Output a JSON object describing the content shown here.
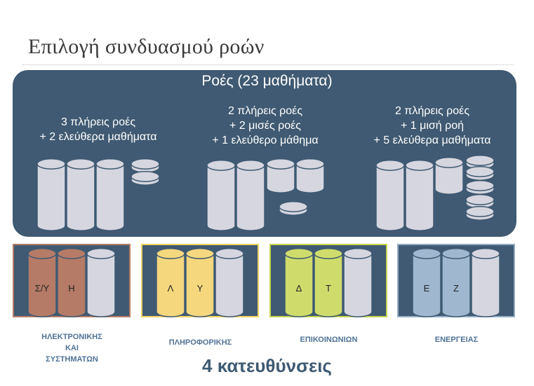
{
  "title": "Επιλογή συνδυασμού ροών",
  "panel": {
    "title": "Ροές (23 μαθήματα)",
    "options": [
      {
        "text": "3 πλήρεις ροές\n+ 2 ελεύθερα μαθήματα",
        "full": 3,
        "half": 0,
        "free": 2
      },
      {
        "text": "2 πλήρεις ροές\n+ 2 μισές ροές\n+ 1 ελεύθερο μάθημα",
        "full": 2,
        "half": 2,
        "free": 1
      },
      {
        "text": "2 πλήρεις ροές\n+ 1 μισή ροή\n+ 5 ελεύθερα μαθήματα",
        "full": 2,
        "half": 1,
        "free": 5
      }
    ]
  },
  "directions": [
    {
      "name": "ΗΛΕΚΤΡΟΝΙΚΗΣ\nΚΑΙ\nΣΥΣΤΗΜΑΤΩΝ",
      "letters": [
        "Σ/Υ",
        "Η"
      ],
      "color": "#b57b66",
      "border": "#b57b66"
    },
    {
      "name": "ΠΛΗΡΟΦΟΡΙΚΗΣ",
      "letters": [
        "Λ",
        "Υ"
      ],
      "color": "#f5d77e",
      "border": "#f0d060"
    },
    {
      "name": "ΕΠΙΚΟΙΝΩΝΙΩΝ",
      "letters": [
        "Δ",
        "Τ"
      ],
      "color": "#cfdc6c",
      "border": "#c6d34d"
    },
    {
      "name": "ΕΝΕΡΓΕΙΑΣ",
      "letters": [
        "Ε",
        "Ζ"
      ],
      "color": "#9fb8d0",
      "border": "#93acc6"
    }
  ],
  "footer": "4 κατευθύνσεις",
  "colors": {
    "panel": "#3f5a72",
    "cylinder": "#d6d6e0",
    "label": "#4f7295"
  }
}
